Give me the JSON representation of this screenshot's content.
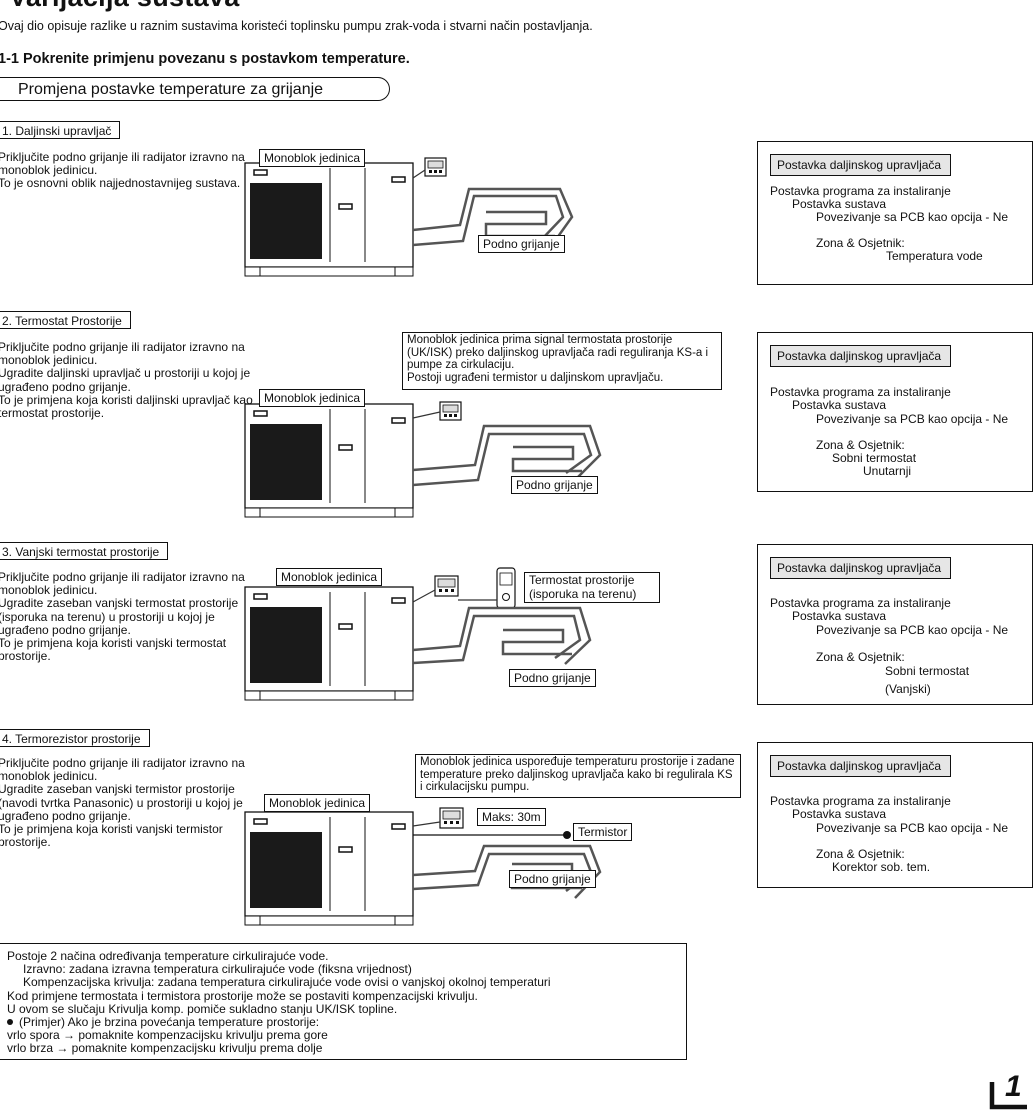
{
  "page": {
    "title": "Varijacija sustava",
    "intro": "Ovaj dio opisuje razlike u raznim sustavima koristeći toplinsku pumpu zrak-voda i stvarni način postavljanja.",
    "section_heading": "1-1 Pokrenite primjenu povezanu s postavkom temperature.",
    "pill": "Promjena postavke temperature za grijanje"
  },
  "variants": [
    {
      "heading": "1. Daljinski upravljač",
      "description": "Priključite podno grijanje ili radijator izravno na monoblok jedinicu.\nTo je osnovni oblik najjednostavnijeg sustava.",
      "unit_label": "Monoblok jedinica",
      "floor_label": "Podno grijanje",
      "panel": {
        "chip": "Postavka daljinskog upravljača",
        "line1": "Postavka programa za instaliranje",
        "line2": "Postavka sustava",
        "line3": "Povezivanje sa PCB kao opcija - Ne",
        "line4": "Zona & Osjetnik:",
        "line5": "Temperatura vode",
        "line6": ""
      }
    },
    {
      "heading": "2. Termostat Prostorije",
      "description": "Priključite podno grijanje ili radijator izravno na monoblok jedinicu.\nUgradite daljinski upravljač u prostoriji u kojoj je ugrađeno podno grijanje.\nTo je primjena koja koristi daljinski upravljač kao termostat prostorije.",
      "unit_label": "Monoblok jedinica",
      "floor_label": "Podno grijanje",
      "note": "Monoblok jedinica prima signal termostata prostorije (UK/ISK) preko daljinskog upravljača radi reguliranja KS-a i pumpe za cirkulaciju.\nPostoji ugrađeni termistor u daljinskom upravljaču.",
      "panel": {
        "chip": "Postavka daljinskog upravljača",
        "line1": "Postavka programa za instaliranje",
        "line2": "Postavka sustava",
        "line3": "Povezivanje sa PCB kao opcija - Ne",
        "line4": "Zona & Osjetnik:",
        "line5": "Sobni termostat",
        "line6": "Unutarnji"
      }
    },
    {
      "heading": "3. Vanjski termostat prostorije",
      "description": "Priključite podno grijanje ili radijator izravno na monoblok jedinicu.\nUgradite zaseban vanjski termostat prostorije (isporuka na terenu) u prostoriji u kojoj je ugrađeno podno grijanje.\nTo je primjena koja koristi vanjski termostat prostorije.",
      "unit_label": "Monoblok jedinica",
      "floor_label": "Podno grijanje",
      "thermostat_label": "Termostat prostorije\n(isporuka na terenu)",
      "panel": {
        "chip": "Postavka daljinskog upravljača",
        "line1": "Postavka programa za instaliranje",
        "line2": "Postavka sustava",
        "line3": "Povezivanje sa PCB kao opcija - Ne",
        "line4": "Zona & Osjetnik:",
        "line5": "Sobni termostat",
        "line6": "(Vanjski)"
      }
    },
    {
      "heading": "4. Termorezistor prostorije",
      "description": "Priključite podno grijanje ili radijator izravno na monoblok jedinicu.\nUgradite zaseban vanjski termistor prostorije (navodi tvrtka Panasonic) u prostoriji u kojoj je ugrađeno podno grijanje.\nTo je primjena koja koristi vanjski termistor prostorije.",
      "unit_label": "Monoblok jedinica",
      "floor_label": "Podno grijanje",
      "max_label": "Maks: 30m",
      "thermistor_label": "Termistor",
      "note": "Monoblok jedinica uspoređuje temperaturu prostorije i zadane temperature preko daljinskog upravljača kako bi regulirala KS i cirkulacijsku pumpu.",
      "panel": {
        "chip": "Postavka daljinskog upravljača",
        "line1": "Postavka programa za instaliranje",
        "line2": "Postavka sustava",
        "line3": "Povezivanje sa PCB kao opcija - Ne",
        "line4": "Zona & Osjetnik:",
        "line5": "Korektor sob. tem.",
        "line6": ""
      }
    }
  ],
  "bottom_note": {
    "l1": "Postoje 2 načina određivanja temperature cirkulirajuće vode.",
    "l2": "Izravno: zadana izravna temperatura cirkulirajuće vode (fiksna vrijednost)",
    "l3": "Kompenzacijska krivulja: zadana temperatura cirkulirajuće vode ovisi o vanjskoj okolnoj temperaturi",
    "l4": "Kod primjene termostata i termistora prostorije može se postaviti kompenzacijski krivulju.",
    "l5": "U ovom se slučaju Krivulja komp. pomiče sukladno stanju UK/ISK topline.",
    "l6": "(Primjer) Ako je brzina povećanja temperature prostorije:",
    "l7": "vrlo spora → pomaknite kompenzacijsku krivulju prema gore",
    "l8": "vrlo brza → pomaknite kompenzacijsku krivulju prema dolje"
  },
  "page_badge": "1"
}
